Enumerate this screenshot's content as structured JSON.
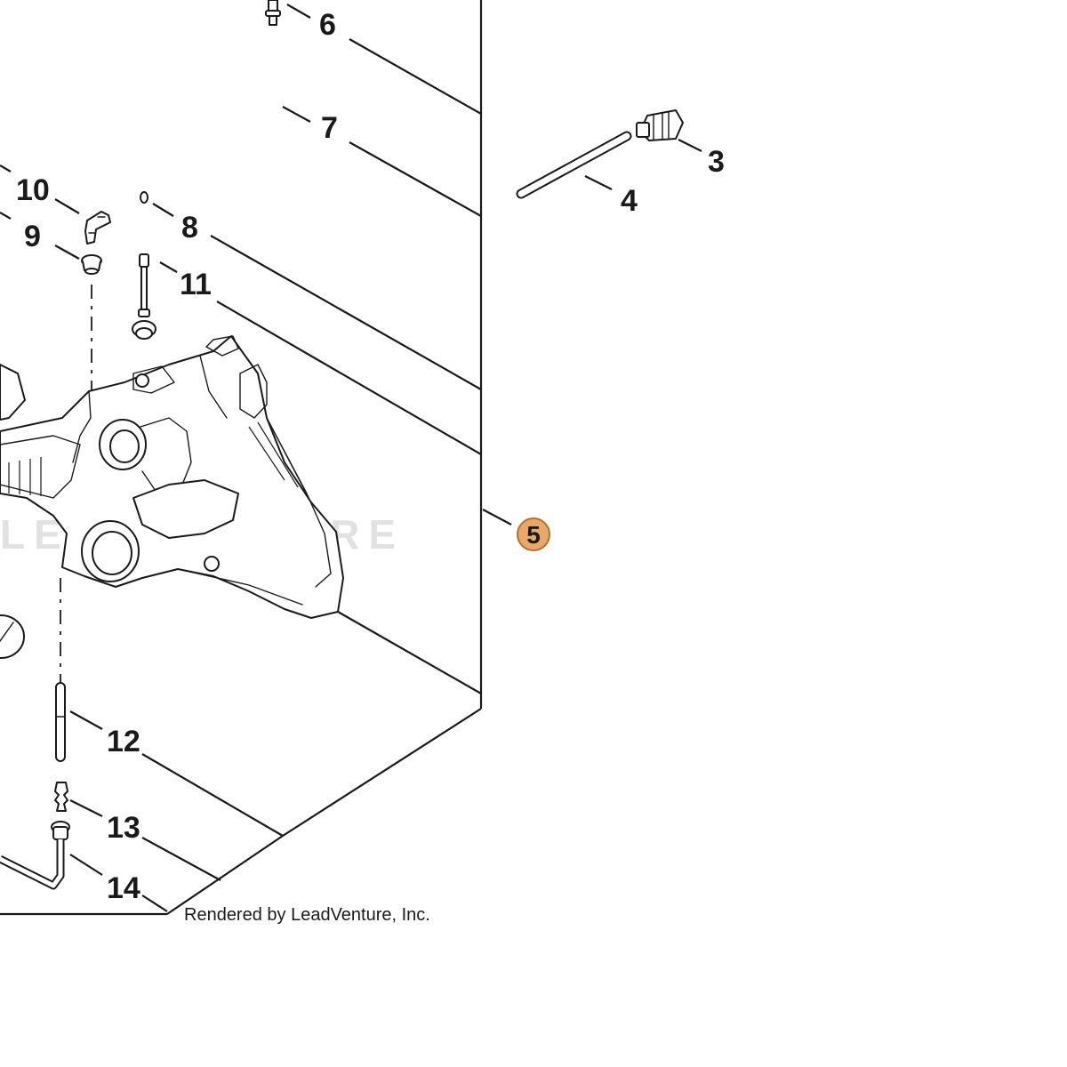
{
  "diagram": {
    "callouts": [
      {
        "id": "6",
        "label": "6"
      },
      {
        "id": "7",
        "label": "7"
      },
      {
        "id": "3",
        "label": "3"
      },
      {
        "id": "4",
        "label": "4"
      },
      {
        "id": "10",
        "label": "10"
      },
      {
        "id": "9",
        "label": "9"
      },
      {
        "id": "8",
        "label": "8"
      },
      {
        "id": "11",
        "label": "11"
      },
      {
        "id": "12",
        "label": "12"
      },
      {
        "id": "13",
        "label": "13"
      },
      {
        "id": "14",
        "label": "14"
      }
    ],
    "highlighted_callout": {
      "label": "5",
      "color": "#e8a86a",
      "border": "#b9702a"
    },
    "credit": "Rendered by LeadVenture, Inc.",
    "watermark": "LEADVENTURE"
  }
}
